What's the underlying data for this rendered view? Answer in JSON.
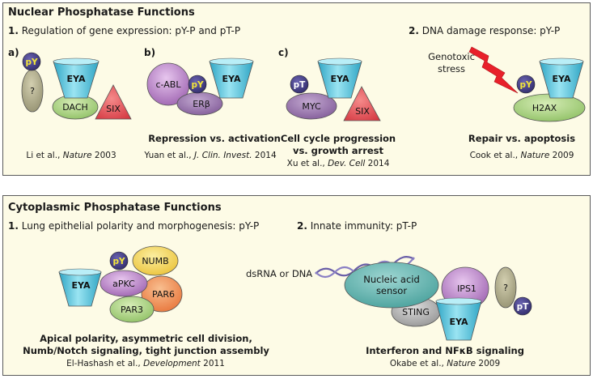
{
  "nuclear": {
    "title": "Nuclear Phosphatase Functions",
    "s1": {
      "num": "1.",
      "text": "Regulation of gene expression: pY-P and pT-P"
    },
    "s2": {
      "num": "2.",
      "text": "DNA damage response: pY-P"
    },
    "a": {
      "label": "a)",
      "mol": {
        "py": "pY",
        "q": "?",
        "eya": "EYA",
        "dach": "DACH",
        "six": "SIX"
      },
      "cite": {
        "pre": "Li et al., ",
        "journal": "Nature",
        "year": " 2003"
      }
    },
    "b": {
      "label": "b)",
      "mol": {
        "cabl": "c-ABL",
        "py": "pY",
        "eya": "EYA",
        "erb": "ERβ"
      },
      "cite": {
        "pre": "Yuan et al., ",
        "journal": "J. Clin. Invest.",
        "year": " 2014"
      }
    },
    "ab_result": "Repression vs. activation",
    "c": {
      "label": "c)",
      "mol": {
        "pt": "pT",
        "eya": "EYA",
        "myc": "MYC",
        "six": "SIX"
      },
      "result1": "Cell cycle progression",
      "result2": "vs. growth arrest",
      "cite": {
        "pre": "Xu et al., ",
        "journal": "Dev. Cell",
        "year": " 2014"
      }
    },
    "d": {
      "stress1": "Genotoxic",
      "stress2": "stress",
      "mol": {
        "py": "pY",
        "eya": "EYA",
        "h2ax": "H2AX"
      },
      "result": "Repair vs. apoptosis",
      "cite": {
        "pre": "Cook et al., ",
        "journal": "Nature",
        "year": " 2009"
      }
    }
  },
  "cyto": {
    "title": "Cytoplasmic Phosphatase Functions",
    "s1": {
      "num": "1.",
      "text": "Lung epithelial polarity and morphogenesis: pY-P"
    },
    "s2": {
      "num": "2.",
      "text": "Innate immunity: pT-P"
    },
    "lung": {
      "mol": {
        "py": "pY",
        "numb": "NUMB",
        "eya": "EYA",
        "apkc": "aPKC",
        "par6": "PAR6",
        "par3": "PAR3"
      },
      "result1": "Apical polarity, asymmetric cell division,",
      "result2": "Numb/Notch signaling, tight junction assembly",
      "cite": {
        "pre": "El-Hashash et al., ",
        "journal": "Development",
        "year": " 2011"
      }
    },
    "immune": {
      "dsrna": "dsRNA or DNA",
      "mol": {
        "nas1": "Nucleic acid",
        "nas2": "sensor",
        "ips1": "IPS1",
        "q": "?",
        "sting": "STING",
        "eya": "EYA",
        "pt": "pT"
      },
      "result": "Interferon and NFκB signaling",
      "cite": {
        "pre": "Okabe et al., ",
        "journal": "Nature",
        "year": " 2009"
      }
    }
  },
  "colors": {
    "panel_bg": "#fdfbe6",
    "eya": "#5fc7dc",
    "six": "#e8505a",
    "dach": "#a4cf7a",
    "purple": "#aa6cb8",
    "py_badge": "#3a347c",
    "py_text": "#f3e63a",
    "numb": "#f5d44c",
    "par6": "#ee8a4c",
    "grey": "#a0a0a0",
    "bolt": "#e8202a"
  }
}
